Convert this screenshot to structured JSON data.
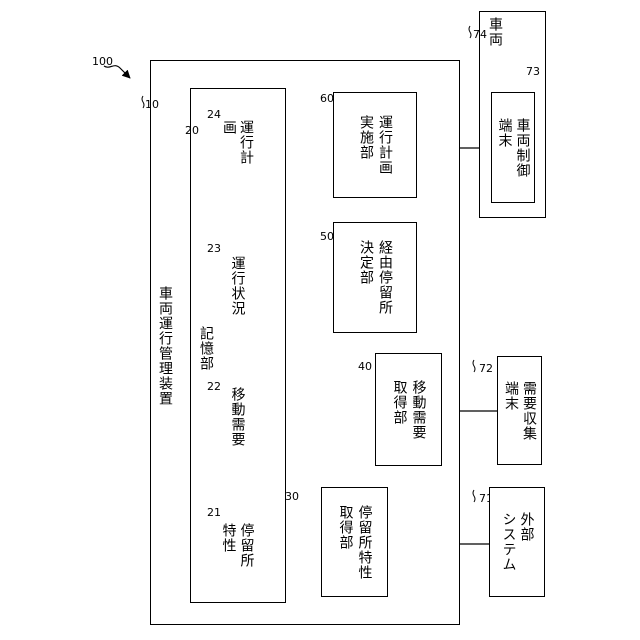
{
  "figure_ref": "100",
  "device": {
    "ref": "10",
    "label": "車両運行管理装置"
  },
  "storage": {
    "ref": "20",
    "label": "記憶部"
  },
  "db": {
    "plan": {
      "ref": "24",
      "line1": "運行計画",
      "line2": ""
    },
    "status": {
      "ref": "23",
      "line1": "運行状況",
      "line2": ""
    },
    "demand": {
      "ref": "22",
      "line1": "移動需要",
      "line2": ""
    },
    "stop": {
      "ref": "21",
      "line1": "停留所",
      "line2": "特性"
    }
  },
  "units": {
    "u60": {
      "ref": "60",
      "line1": "運行計画",
      "line2": "実施部"
    },
    "u50": {
      "ref": "50",
      "line1": "経由停留所",
      "line2": "決定部"
    },
    "u40": {
      "ref": "40",
      "line1": "移動需要",
      "line2": "取得部"
    },
    "u30": {
      "ref": "30",
      "line1": "停留所特性",
      "line2": "取得部"
    }
  },
  "external": {
    "vehicle": {
      "ref": "74",
      "label": "車両"
    },
    "vehicle_terminal": {
      "ref": "73",
      "line1": "車両制御",
      "line2": "端末"
    },
    "demand_terminal": {
      "ref": "72",
      "line1": "需要収集",
      "line2": "端末"
    },
    "ext_system": {
      "ref": "71",
      "line1": "外部",
      "line2": "システム"
    }
  }
}
